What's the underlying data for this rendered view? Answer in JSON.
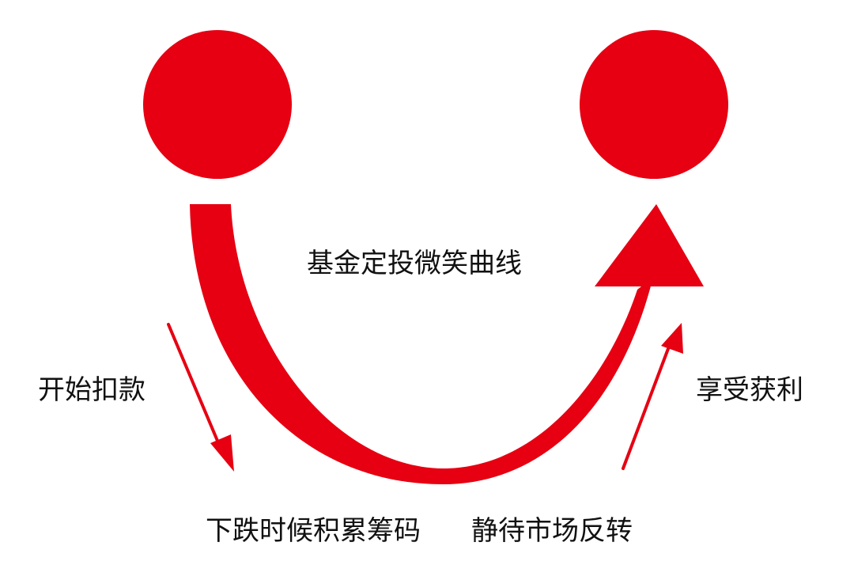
{
  "title": "基金定投微笑曲线",
  "labels": {
    "start": "开始扣款",
    "profit": "享受获利",
    "bottom_left": "下跌时候积累筹码",
    "bottom_right": "静待市场反转"
  },
  "colors": {
    "accent": "#e60012",
    "text": "#111111",
    "background": "#ffffff"
  }
}
